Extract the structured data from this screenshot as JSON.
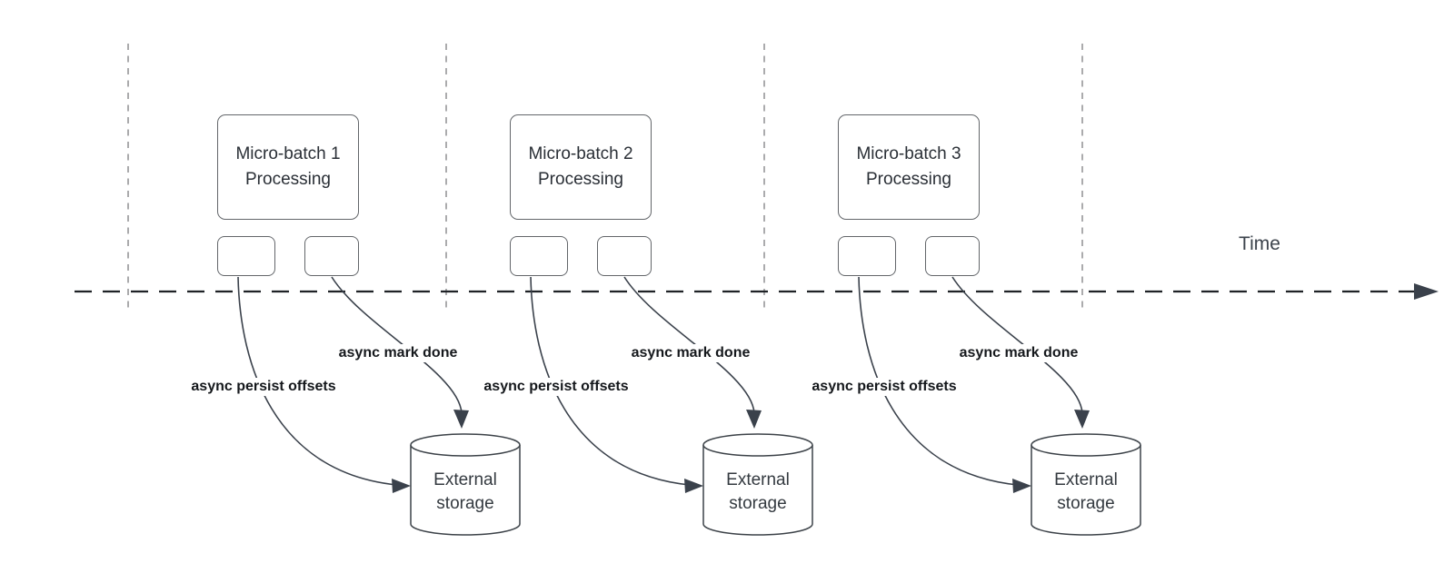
{
  "diagram": {
    "time_label": "Time",
    "batches": [
      {
        "box_line1": "Micro-batch 1",
        "box_line2": "Processing",
        "persist_arrow_label": "async persist offsets",
        "mark_done_arrow_label": "async mark done",
        "storage_line1": "External",
        "storage_line2": "storage"
      },
      {
        "box_line1": "Micro-batch 2",
        "box_line2": "Processing",
        "persist_arrow_label": "async persist offsets",
        "mark_done_arrow_label": "async mark done",
        "storage_line1": "External",
        "storage_line2": "storage"
      },
      {
        "box_line1": "Micro-batch 3",
        "box_line2": "Processing",
        "persist_arrow_label": "async persist offsets",
        "mark_done_arrow_label": "async mark done",
        "storage_line1": "External",
        "storage_line2": "storage"
      }
    ],
    "colors": {
      "arrow_stroke": "#3a414b",
      "timeline_stroke": "#1f2226",
      "guide_stroke": "#ababad",
      "shape_border": "#63666a"
    }
  }
}
